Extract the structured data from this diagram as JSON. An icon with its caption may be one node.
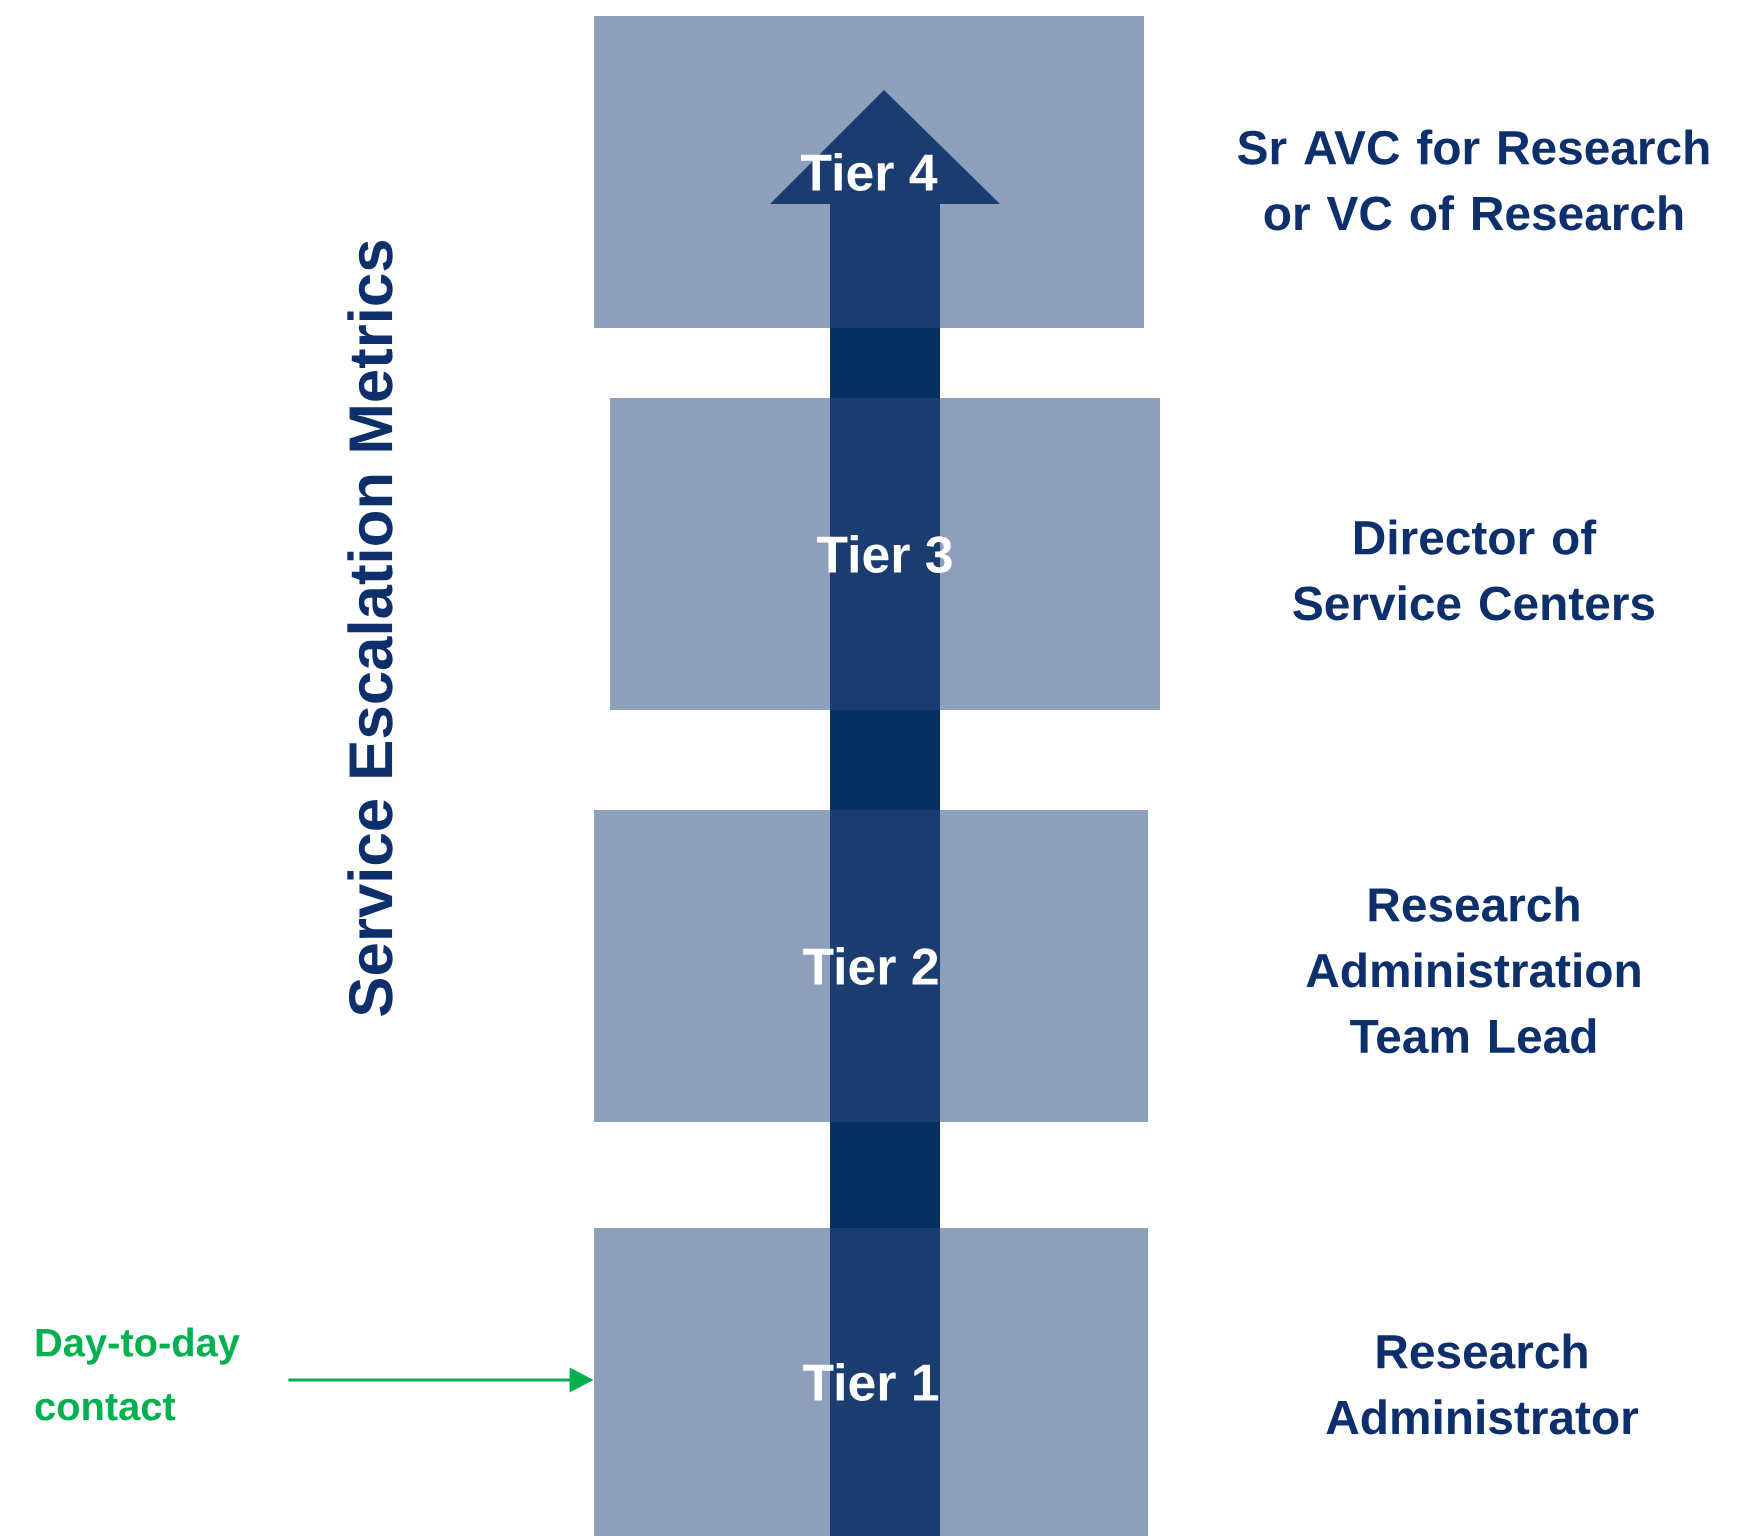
{
  "diagram": {
    "title": "Service Escalation Metrics",
    "nodes": [
      {
        "text": [
          "Tier 4"
        ],
        "beside": [
          "Sr AVC for Research or VC of Research"
        ]
      },
      {
        "text": [
          "Tier 3"
        ],
        "beside": [
          "Director of Service Centers"
        ]
      },
      {
        "text": [
          "Tier 2"
        ],
        "beside": [
          "Research Administration Team Lead"
        ]
      },
      {
        "text": [
          "Tier 1"
        ],
        "beside": [
          "Research Administrator"
        ]
      },
      {
        "text": [
          "Day-to-day contact"
        ]
      }
    ],
    "edges": [
      {
        "from": 4,
        "to": 3,
        "arrow": "to",
        "color": "#00b050"
      }
    ]
  }
}
